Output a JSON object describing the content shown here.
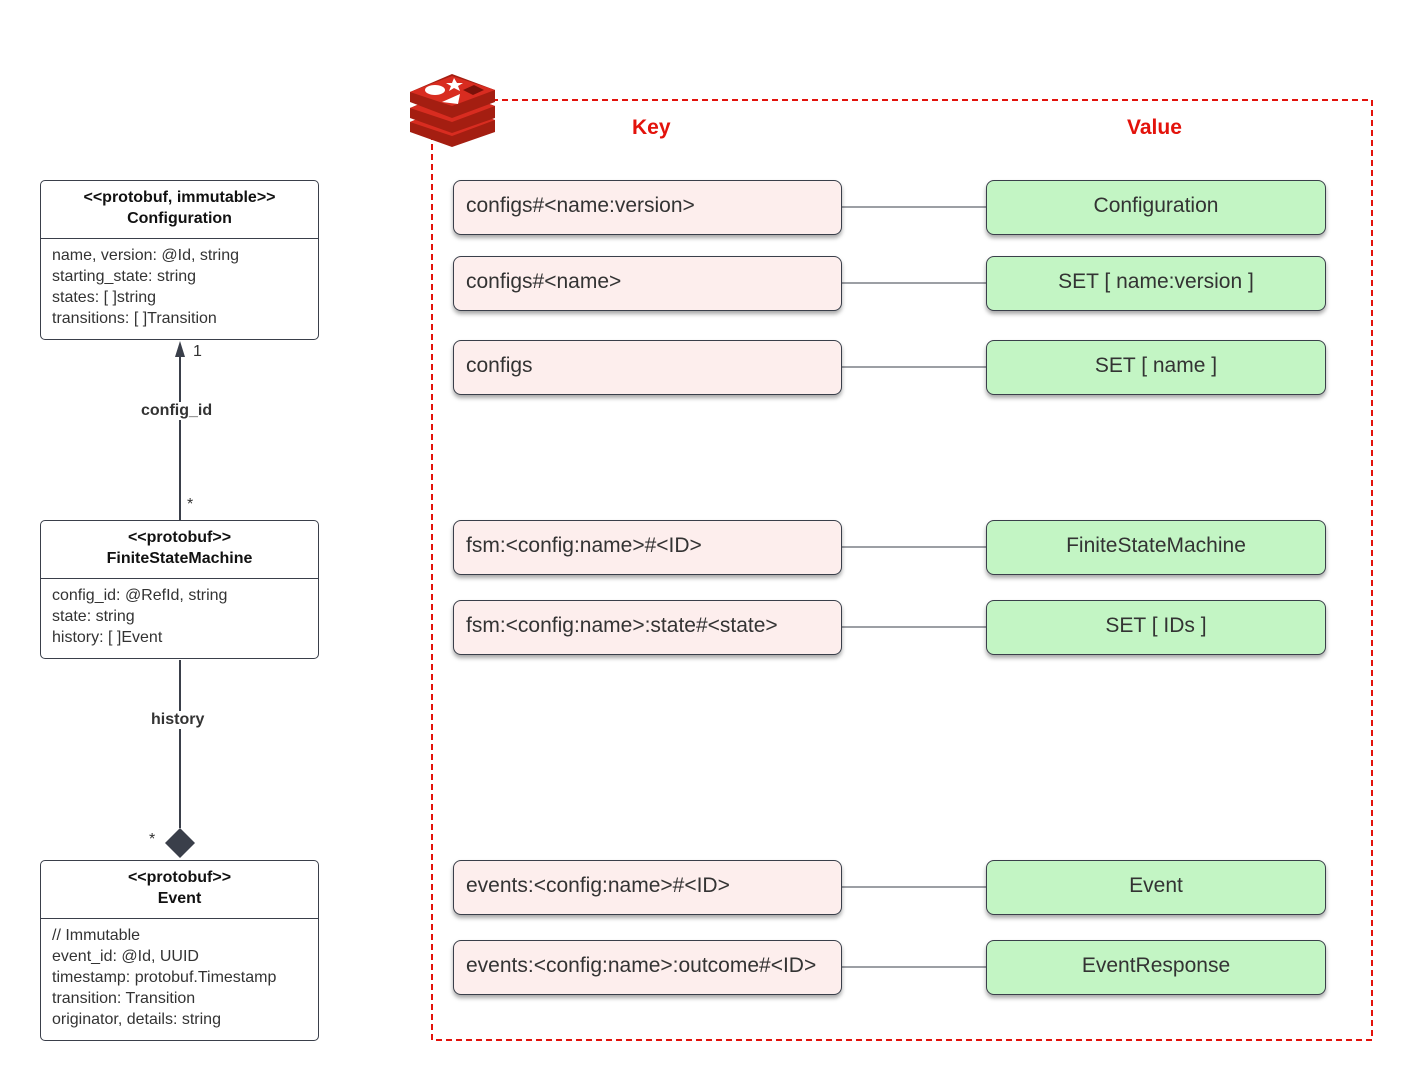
{
  "colors": {
    "accent": "#e3120b",
    "key_fill": "#fdeeed",
    "value_fill": "#c3f5c4",
    "logo": "#d82c20"
  },
  "logo": {
    "icon": "redis-logo-icon"
  },
  "headers": {
    "key": "Key",
    "value": "Value"
  },
  "classes": [
    {
      "stereotype": "<<protobuf, immutable>>",
      "name": "Configuration",
      "fields": [
        "name, version: @Id, string",
        "starting_state: string",
        "states: [ ]string",
        "transitions: [ ]Transition"
      ]
    },
    {
      "stereotype": "<<protobuf>>",
      "name": "FiniteStateMachine",
      "fields": [
        "config_id: @RefId, string",
        "state: string",
        "history: [ ]Event"
      ]
    },
    {
      "stereotype": "<<protobuf>>",
      "name": "Event",
      "fields": [
        "// Immutable",
        "event_id: @Id, UUID",
        "timestamp: protobuf.Timestamp",
        "transition: Transition",
        "originator, details: string"
      ]
    }
  ],
  "relations": [
    {
      "label": "config_id",
      "source_mult": "*",
      "target_mult": "1"
    },
    {
      "label": "history",
      "source_mult": "*"
    }
  ],
  "mappings": [
    {
      "key": "configs#<name:version>",
      "value": "Configuration"
    },
    {
      "key": "configs#<name>",
      "value": "SET [ name:version ]"
    },
    {
      "key": "configs",
      "value": "SET [ name ]"
    },
    {
      "key": "fsm:<config:name>#<ID>",
      "value": "FiniteStateMachine"
    },
    {
      "key": "fsm:<config:name>:state#<state>",
      "value": "SET [ IDs ]"
    },
    {
      "key": "events:<config:name>#<ID>",
      "value": "Event"
    },
    {
      "key": "events:<config:name>:outcome#<ID>",
      "value": "EventResponse"
    }
  ]
}
